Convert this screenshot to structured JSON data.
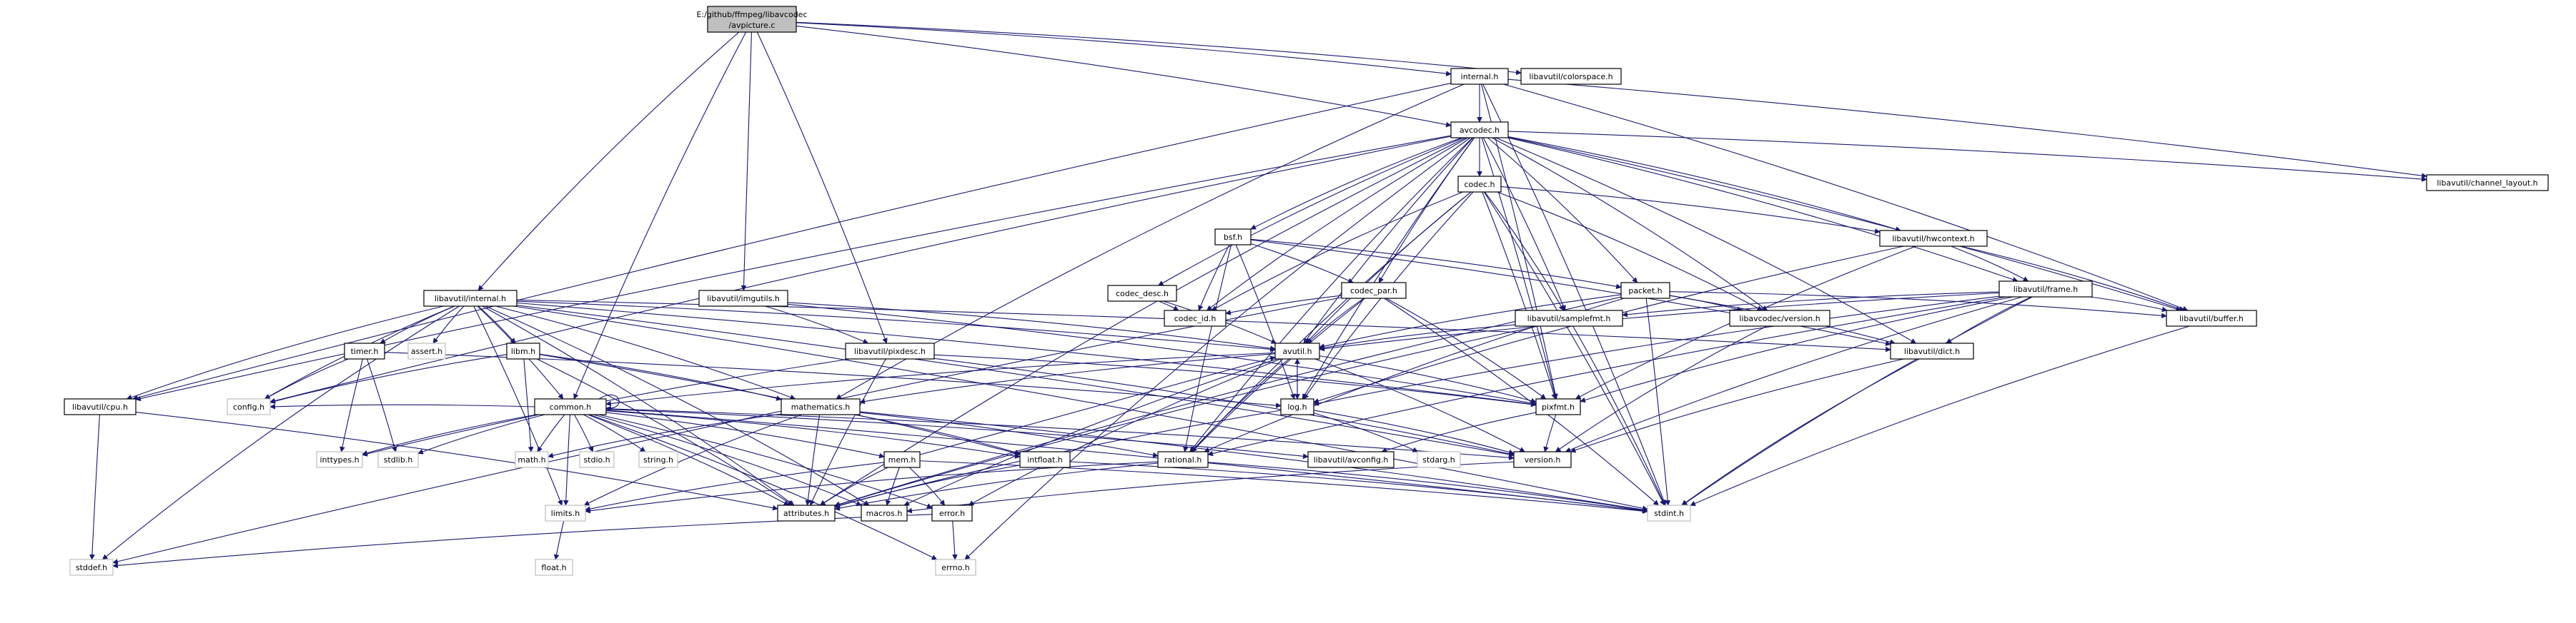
{
  "graph": {
    "root": {
      "id": "root",
      "lines": [
        "E:/github/ffmpeg/libavcodec",
        "/avpicture.c"
      ]
    },
    "nodes": [
      {
        "id": "internal",
        "label": "internal.h"
      },
      {
        "id": "colorspace",
        "label": "libavutil/colorspace.h"
      },
      {
        "id": "avcodec",
        "label": "avcodec.h"
      },
      {
        "id": "codec",
        "label": "codec.h"
      },
      {
        "id": "chlayout",
        "label": "libavutil/channel_layout.h"
      },
      {
        "id": "bsf",
        "label": "bsf.h"
      },
      {
        "id": "hwcontext",
        "label": "libavutil/hwcontext.h"
      },
      {
        "id": "codec_desc",
        "label": "codec_desc.h"
      },
      {
        "id": "codec_par",
        "label": "codec_par.h"
      },
      {
        "id": "packet",
        "label": "packet.h"
      },
      {
        "id": "frame",
        "label": "libavutil/frame.h"
      },
      {
        "id": "lintern",
        "label": "libavutil/internal.h"
      },
      {
        "id": "imgutils",
        "label": "libavutil/imgutils.h"
      },
      {
        "id": "codec_id",
        "label": "codec_id.h"
      },
      {
        "id": "samplefmt",
        "label": "libavutil/samplefmt.h"
      },
      {
        "id": "lcversion",
        "label": "libavcodec/version.h"
      },
      {
        "id": "buffer",
        "label": "libavutil/buffer.h"
      },
      {
        "id": "timer",
        "label": "timer.h"
      },
      {
        "id": "assert",
        "label": "assert.h",
        "sys": true
      },
      {
        "id": "libm",
        "label": "libm.h"
      },
      {
        "id": "pixdesc",
        "label": "libavutil/pixdesc.h"
      },
      {
        "id": "avutil",
        "label": "avutil.h"
      },
      {
        "id": "dict",
        "label": "libavutil/dict.h"
      },
      {
        "id": "cpu",
        "label": "libavutil/cpu.h"
      },
      {
        "id": "config",
        "label": "config.h",
        "sys": true
      },
      {
        "id": "common",
        "label": "common.h"
      },
      {
        "id": "mathematics",
        "label": "mathematics.h"
      },
      {
        "id": "log",
        "label": "log.h"
      },
      {
        "id": "pixfmt",
        "label": "pixfmt.h"
      },
      {
        "id": "inttypes",
        "label": "inttypes.h",
        "sys": true
      },
      {
        "id": "stdlib",
        "label": "stdlib.h",
        "sys": true
      },
      {
        "id": "math",
        "label": "math.h",
        "sys": true
      },
      {
        "id": "stdio",
        "label": "stdio.h",
        "sys": true
      },
      {
        "id": "string",
        "label": "string.h",
        "sys": true
      },
      {
        "id": "mem",
        "label": "mem.h"
      },
      {
        "id": "intfloat",
        "label": "intfloat.h"
      },
      {
        "id": "rational",
        "label": "rational.h"
      },
      {
        "id": "avconfig",
        "label": "libavutil/avconfig.h"
      },
      {
        "id": "stdarg",
        "label": "stdarg.h",
        "sys": true
      },
      {
        "id": "version",
        "label": "version.h"
      },
      {
        "id": "limits",
        "label": "limits.h",
        "sys": true
      },
      {
        "id": "attributes",
        "label": "attributes.h"
      },
      {
        "id": "macros",
        "label": "macros.h"
      },
      {
        "id": "error",
        "label": "error.h"
      },
      {
        "id": "stdint",
        "label": "stdint.h",
        "sys": true
      },
      {
        "id": "stddef",
        "label": "stddef.h",
        "sys": true
      },
      {
        "id": "errno",
        "label": "errno.h",
        "sys": true
      },
      {
        "id": "float",
        "label": "float.h",
        "sys": true
      }
    ],
    "edges": [
      [
        "root",
        "internal"
      ],
      [
        "root",
        "colorspace"
      ],
      [
        "root",
        "avcodec"
      ],
      [
        "root",
        "lintern"
      ],
      [
        "root",
        "imgutils"
      ],
      [
        "root",
        "pixdesc"
      ],
      [
        "root",
        "common"
      ],
      [
        "internal",
        "avcodec"
      ],
      [
        "internal",
        "cpu"
      ],
      [
        "internal",
        "chlayout"
      ],
      [
        "internal",
        "buffer"
      ],
      [
        "internal",
        "pixfmt"
      ],
      [
        "internal",
        "stdint"
      ],
      [
        "internal",
        "mathematics"
      ],
      [
        "avcodec",
        "codec"
      ],
      [
        "avcodec",
        "chlayout"
      ],
      [
        "avcodec",
        "bsf"
      ],
      [
        "avcodec",
        "hwcontext"
      ],
      [
        "avcodec",
        "codec_desc"
      ],
      [
        "avcodec",
        "codec_par"
      ],
      [
        "avcodec",
        "packet"
      ],
      [
        "avcodec",
        "frame"
      ],
      [
        "avcodec",
        "samplefmt"
      ],
      [
        "avcodec",
        "lcversion"
      ],
      [
        "avcodec",
        "buffer"
      ],
      [
        "avcodec",
        "avutil"
      ],
      [
        "avcodec",
        "dict"
      ],
      [
        "avcodec",
        "codec_id"
      ],
      [
        "avcodec",
        "config"
      ],
      [
        "avcodec",
        "rational"
      ],
      [
        "avcodec",
        "log"
      ],
      [
        "avcodec",
        "pixfmt"
      ],
      [
        "avcodec",
        "attributes"
      ],
      [
        "avcodec",
        "errno"
      ],
      [
        "avcodec",
        "cpu"
      ],
      [
        "codec",
        "hwcontext"
      ],
      [
        "codec",
        "codec_id"
      ],
      [
        "codec",
        "avutil"
      ],
      [
        "codec",
        "samplefmt"
      ],
      [
        "codec",
        "lcversion"
      ],
      [
        "codec",
        "rational"
      ],
      [
        "codec",
        "log"
      ],
      [
        "codec",
        "pixfmt"
      ],
      [
        "codec",
        "stdint"
      ],
      [
        "bsf",
        "codec_par"
      ],
      [
        "bsf",
        "packet"
      ],
      [
        "bsf",
        "codec_id"
      ],
      [
        "bsf",
        "dict"
      ],
      [
        "bsf",
        "log"
      ],
      [
        "bsf",
        "rational"
      ],
      [
        "codec_desc",
        "codec_id"
      ],
      [
        "codec_desc",
        "avutil"
      ],
      [
        "codec_par",
        "codec_id"
      ],
      [
        "codec_par",
        "avutil"
      ],
      [
        "codec_par",
        "rational"
      ],
      [
        "codec_par",
        "pixfmt"
      ],
      [
        "codec_par",
        "stdint"
      ],
      [
        "codec_par",
        "stddef"
      ],
      [
        "packet",
        "buffer"
      ],
      [
        "packet",
        "lcversion"
      ],
      [
        "packet",
        "avutil"
      ],
      [
        "packet",
        "dict"
      ],
      [
        "packet",
        "rational"
      ],
      [
        "packet",
        "attributes"
      ],
      [
        "packet",
        "stdint"
      ],
      [
        "hwcontext",
        "frame"
      ],
      [
        "hwcontext",
        "buffer"
      ],
      [
        "hwcontext",
        "pixfmt"
      ],
      [
        "hwcontext",
        "log"
      ],
      [
        "frame",
        "buffer"
      ],
      [
        "frame",
        "avutil"
      ],
      [
        "frame",
        "dict"
      ],
      [
        "frame",
        "samplefmt"
      ],
      [
        "frame",
        "rational"
      ],
      [
        "frame",
        "pixfmt"
      ],
      [
        "frame",
        "version"
      ],
      [
        "frame",
        "stdint"
      ],
      [
        "frame",
        "log"
      ],
      [
        "samplefmt",
        "avutil"
      ],
      [
        "samplefmt",
        "attributes"
      ],
      [
        "samplefmt",
        "stdint"
      ],
      [
        "lcversion",
        "version"
      ],
      [
        "buffer",
        "stdint"
      ],
      [
        "lintern",
        "timer"
      ],
      [
        "lintern",
        "assert"
      ],
      [
        "lintern",
        "libm"
      ],
      [
        "lintern",
        "config"
      ],
      [
        "lintern",
        "cpu"
      ],
      [
        "lintern",
        "avutil"
      ],
      [
        "lintern",
        "dict"
      ],
      [
        "lintern",
        "pixfmt"
      ],
      [
        "lintern",
        "version"
      ],
      [
        "lintern",
        "attributes"
      ],
      [
        "lintern",
        "macros"
      ],
      [
        "lintern",
        "mathematics"
      ],
      [
        "lintern",
        "stdint"
      ],
      [
        "lintern",
        "stddef"
      ],
      [
        "lintern",
        "limits"
      ],
      [
        "lintern",
        "common"
      ],
      [
        "imgutils",
        "avutil"
      ],
      [
        "imgutils",
        "pixdesc"
      ],
      [
        "imgutils",
        "pixfmt"
      ],
      [
        "pixdesc",
        "attributes"
      ],
      [
        "pixdesc",
        "pixfmt"
      ],
      [
        "pixdesc",
        "version"
      ],
      [
        "pixdesc",
        "inttypes"
      ],
      [
        "avutil",
        "common"
      ],
      [
        "avutil",
        "rational"
      ],
      [
        "avutil",
        "version"
      ],
      [
        "avutil",
        "macros"
      ],
      [
        "avutil",
        "mathematics"
      ],
      [
        "avutil",
        "log"
      ],
      [
        "avutil",
        "pixfmt"
      ],
      [
        "avutil",
        "error"
      ],
      [
        "dict",
        "stdint"
      ],
      [
        "dict",
        "version"
      ],
      [
        "cpu",
        "attributes"
      ],
      [
        "cpu",
        "stddef"
      ],
      [
        "timer",
        "config"
      ],
      [
        "timer",
        "inttypes"
      ],
      [
        "timer",
        "stdlib"
      ],
      [
        "timer",
        "log"
      ],
      [
        "libm",
        "config"
      ],
      [
        "libm",
        "math"
      ],
      [
        "libm",
        "attributes"
      ],
      [
        "libm",
        "intfloat"
      ],
      [
        "libm",
        "mathematics"
      ],
      [
        "common",
        "inttypes"
      ],
      [
        "common",
        "stdlib"
      ],
      [
        "common",
        "math"
      ],
      [
        "common",
        "stdio"
      ],
      [
        "common",
        "string"
      ],
      [
        "common",
        "attributes"
      ],
      [
        "common",
        "macros"
      ],
      [
        "common",
        "version"
      ],
      [
        "common",
        "limits"
      ],
      [
        "common",
        "errno"
      ],
      [
        "common",
        "mem"
      ],
      [
        "common",
        "intfloat"
      ],
      [
        "common",
        "avconfig"
      ],
      [
        "common",
        "error"
      ],
      [
        "common",
        "config"
      ],
      [
        "common",
        "stdint"
      ],
      [
        "common",
        "common"
      ],
      [
        "mathematics",
        "math"
      ],
      [
        "mathematics",
        "attributes"
      ],
      [
        "mathematics",
        "rational"
      ],
      [
        "mathematics",
        "intfloat"
      ],
      [
        "mathematics",
        "stdint"
      ],
      [
        "mathematics",
        "limits"
      ],
      [
        "log",
        "stdarg"
      ],
      [
        "log",
        "attributes"
      ],
      [
        "log",
        "version"
      ],
      [
        "log",
        "avutil"
      ],
      [
        "pixfmt",
        "version"
      ],
      [
        "pixfmt",
        "avconfig"
      ],
      [
        "mem",
        "limits"
      ],
      [
        "mem",
        "attributes"
      ],
      [
        "mem",
        "error"
      ],
      [
        "mem",
        "avutil"
      ],
      [
        "mem",
        "stdint"
      ],
      [
        "mem",
        "macros"
      ],
      [
        "intfloat",
        "attributes"
      ],
      [
        "intfloat",
        "stdint"
      ],
      [
        "rational",
        "attributes"
      ],
      [
        "rational",
        "stdint"
      ],
      [
        "rational",
        "limits"
      ],
      [
        "version",
        "macros"
      ],
      [
        "error",
        "errno"
      ],
      [
        "error",
        "stddef"
      ],
      [
        "limits",
        "float"
      ]
    ]
  }
}
